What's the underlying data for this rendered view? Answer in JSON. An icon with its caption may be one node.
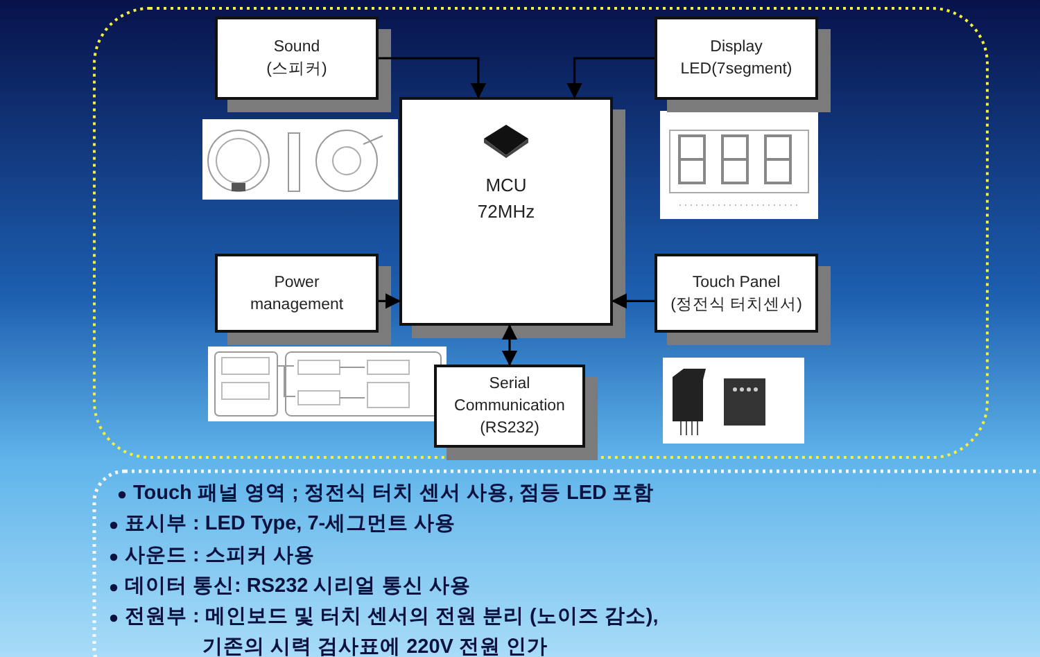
{
  "diagram": {
    "nodes": [
      {
        "text": [
          "Sound (스피커)"
        ]
      },
      {
        "text": [
          "Display LED(7segment)"
        ]
      },
      {
        "text": [
          "MCU 72MHz"
        ]
      },
      {
        "text": [
          "Power management"
        ]
      },
      {
        "text": [
          "Touch Panel (정전식 터치센서)"
        ]
      },
      {
        "text": [
          "Serial Communication (RS232)"
        ]
      }
    ],
    "edges": [
      {
        "from": 0,
        "to": 2,
        "arrow": "to"
      },
      {
        "from": 1,
        "to": 2,
        "arrow": "to"
      },
      {
        "from": 3,
        "to": 2,
        "arrow": "to"
      },
      {
        "from": 4,
        "to": 2,
        "arrow": "to"
      },
      {
        "from": 2,
        "to": 5,
        "arrow": "both"
      }
    ],
    "labels": [
      "Touch 패널 영역 ; 정전식 터치 센서 사용, 점등 LED 포함",
      "표시부 : LED Type, 7-세그먼트 사용",
      "사운드 : 스피커 사용",
      "데이터 통신: RS232 시리얼 통신 사용",
      "전원부 : 메인보드 및 터치 센서의 전원 분리 (노이즈 감소), 기존의 시력 검사표에 220V 전원 인가"
    ]
  }
}
